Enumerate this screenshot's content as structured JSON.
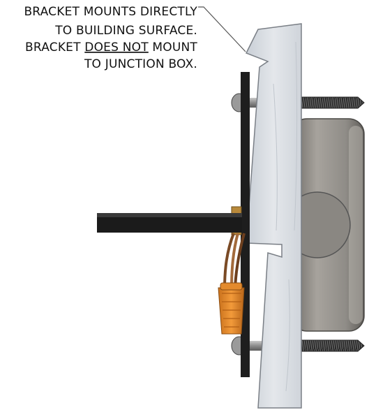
{
  "diagram": {
    "callout": {
      "line1": "BRACKET MOUNTS DIRECTLY",
      "line2": "TO BUILDING SURFACE.",
      "line3_prefix": "BRACKET ",
      "line3_emphasis": "DOES NOT",
      "line3_suffix": " MOUNT",
      "line4": "TO JUNCTION BOX."
    },
    "colors": {
      "wall": "#d9dde3",
      "bracket": "#1e1e1e",
      "junction_box": "#8f8c87",
      "screw": "#2a2a2a",
      "wire_nut": "#e38a2c",
      "wire": "#7a4a25",
      "brass_fitting": "#b8893a"
    }
  }
}
